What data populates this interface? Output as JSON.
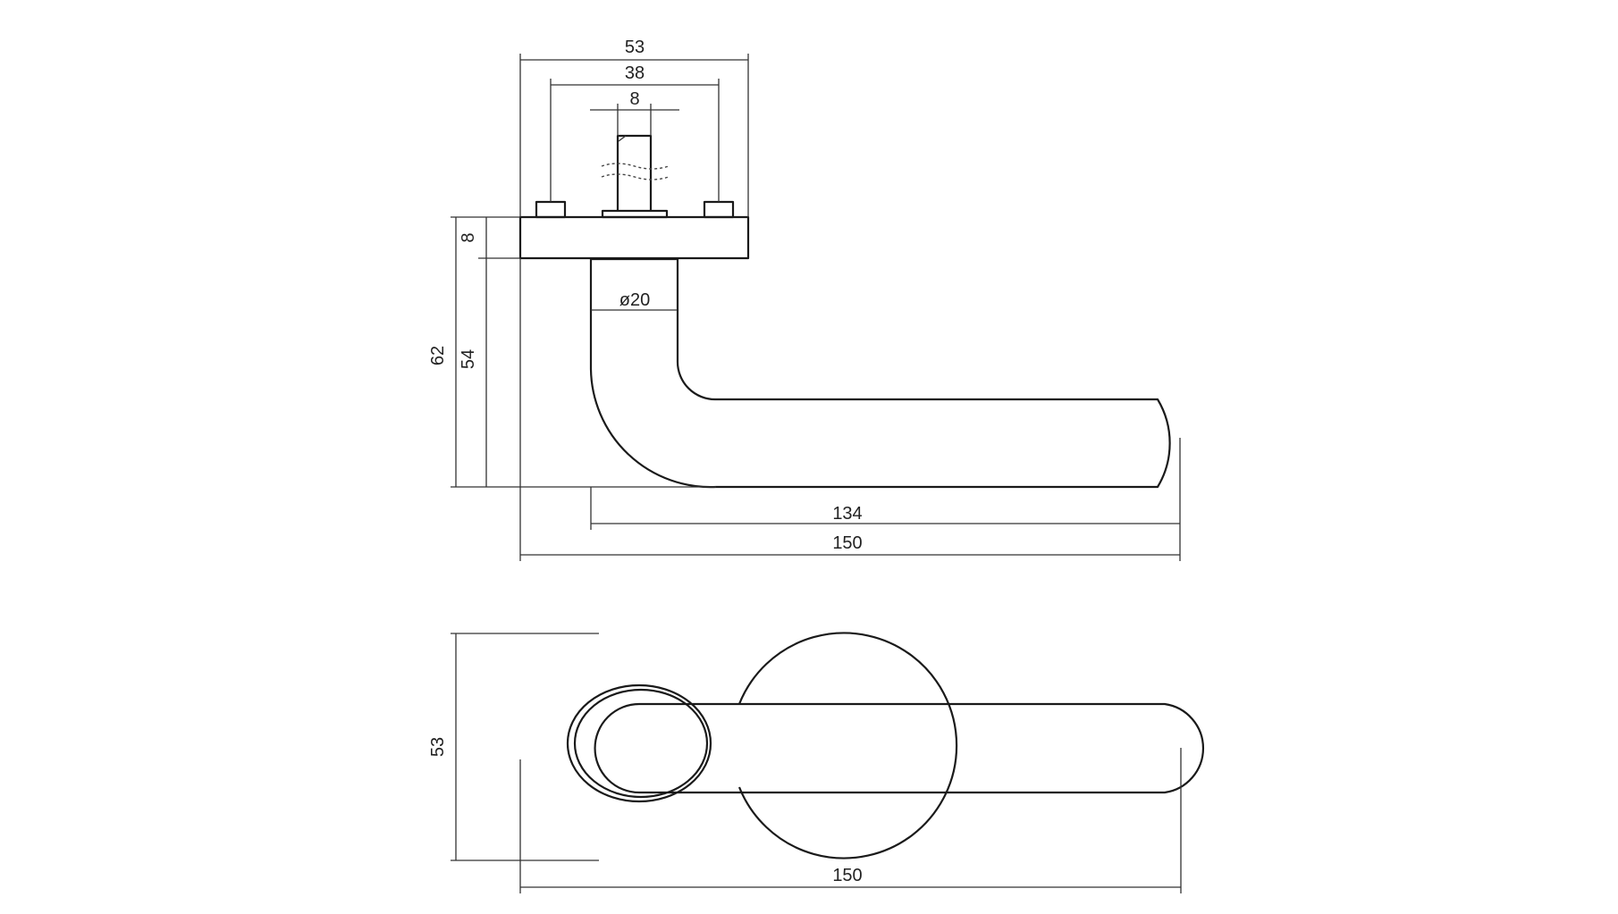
{
  "drawing": {
    "side_view": {
      "dim_rose_width": "53",
      "dim_screw_spacing": "38",
      "dim_spindle": "8",
      "dim_rose_thickness": "8",
      "dim_neck_height": "54",
      "dim_total_height": "62",
      "dim_neck_diameter": "ø20",
      "dim_lever_length": "134",
      "dim_total_length": "150"
    },
    "top_view": {
      "dim_rose_diameter": "53",
      "dim_total_length": "150"
    }
  }
}
